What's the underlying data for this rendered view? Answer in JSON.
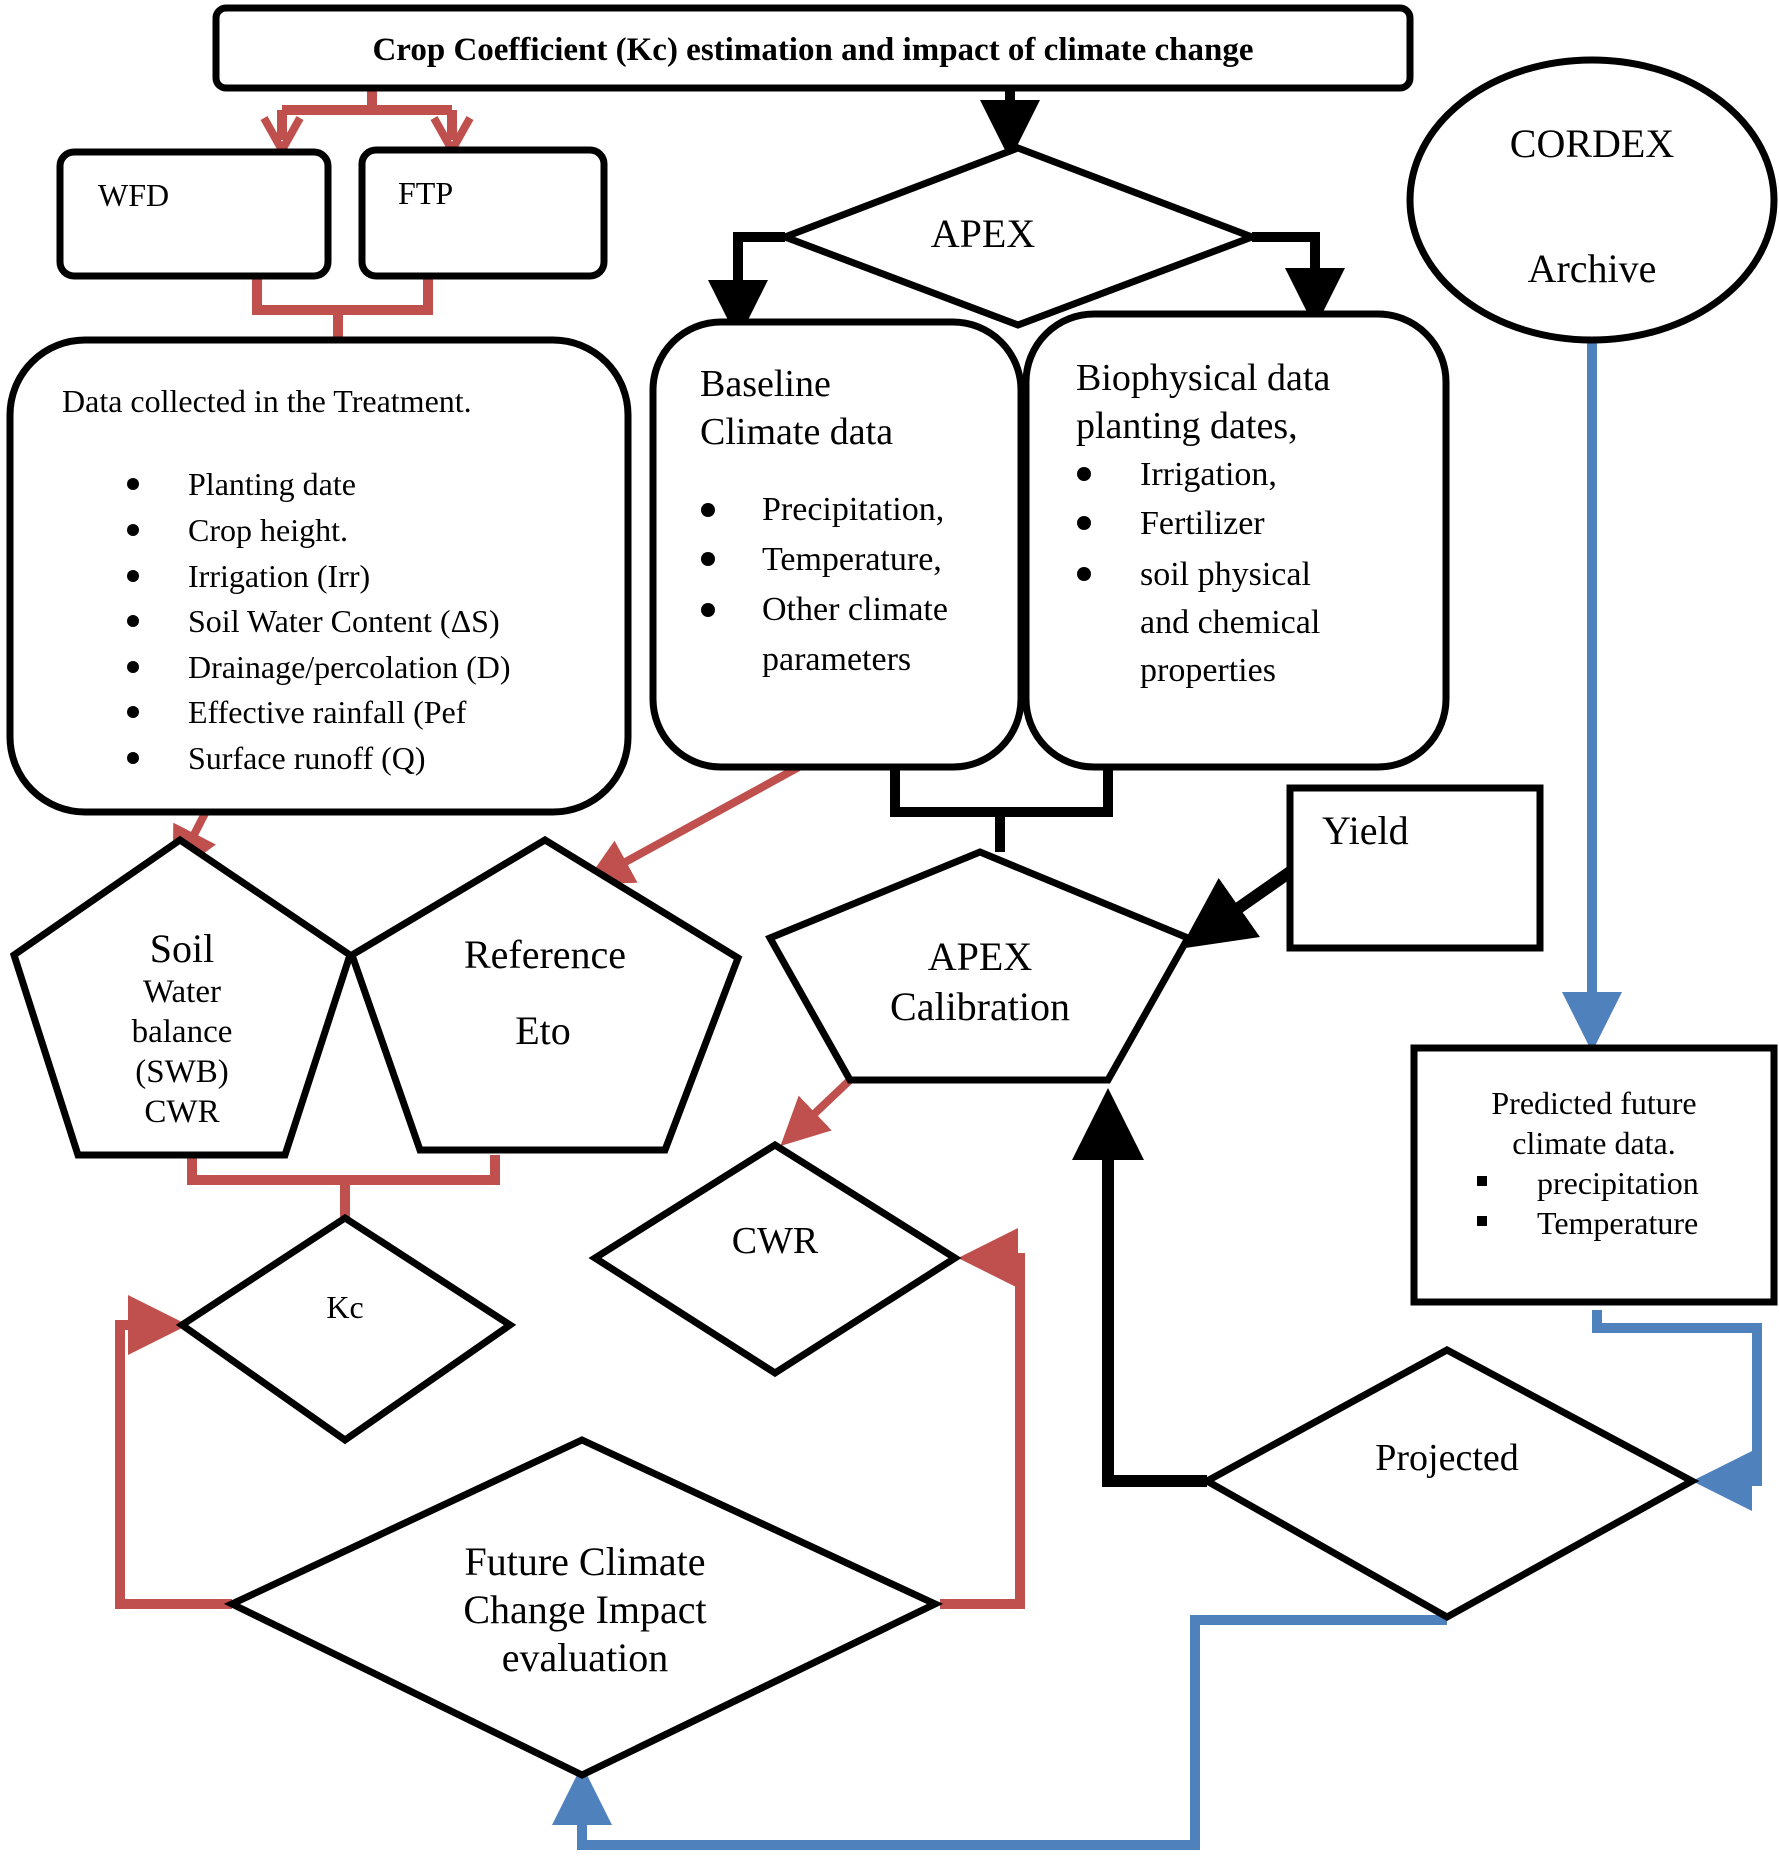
{
  "title": "Crop Coefficient (Kc) estimation and impact of climate change",
  "nodes": {
    "wfd": "WFD",
    "ftp": "FTP",
    "cordex": [
      "CORDEX",
      "Archive"
    ],
    "apex": "APEX",
    "data_collected": {
      "heading": "Data collected in the Treatment.",
      "items": [
        "Planting date",
        "Crop height.",
        "Irrigation (Irr)",
        "Soil Water Content (ΔS)",
        "Drainage/percolation (D)",
        "Effective rainfall (Pef",
        "Surface runoff (Q)"
      ]
    },
    "baseline": {
      "heading": [
        "Baseline",
        "Climate data"
      ],
      "items": [
        "Precipitation,",
        "Temperature,",
        "Other climate",
        "parameters"
      ]
    },
    "biophysical": {
      "heading": [
        "Biophysical data",
        "planting dates,"
      ],
      "items": [
        "Irrigation,",
        "Fertilizer",
        "soil physical",
        "and chemical",
        "properties"
      ]
    },
    "yield": "Yield",
    "soil_water": [
      "Soil",
      "Water",
      "balance",
      "(SWB)",
      "CWR"
    ],
    "reference": [
      "Reference",
      "Eto"
    ],
    "apex_calibration": [
      "APEX",
      "Calibration"
    ],
    "predicted": {
      "heading": [
        "Predicted future",
        "climate data."
      ],
      "items": [
        "precipitation",
        "Temperature"
      ]
    },
    "kc": "Kc",
    "cwr": "CWR",
    "projected": "Projected",
    "future": [
      "Future Climate",
      "Change Impact",
      "evaluation"
    ]
  },
  "colors": {
    "outline": "#000000",
    "red_connector": "#c0504d",
    "blue_connector": "#4f81bd"
  }
}
